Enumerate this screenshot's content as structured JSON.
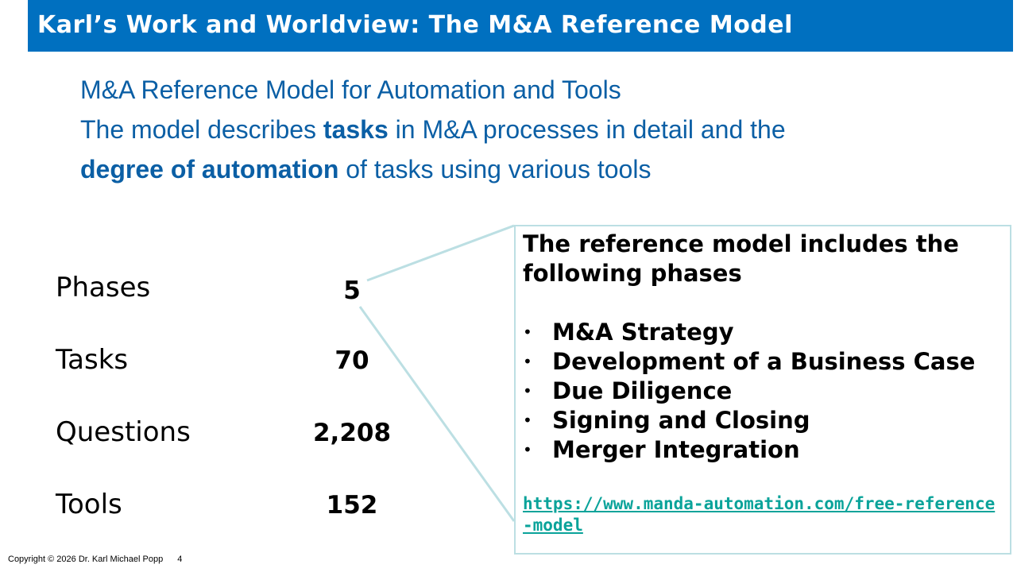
{
  "header": {
    "title": "Karl’s Work and Worldview: The M&A Reference Model"
  },
  "intro": {
    "line1": "M&A Reference Model for Automation and Tools",
    "line2_pre": "The model describes ",
    "line2_bold": "tasks",
    "line2_post": " in M&A processes in detail and the",
    "line3_bold": "degree of automation",
    "line3_post": " of tasks using various tools"
  },
  "stats": [
    {
      "label": "Phases",
      "value": "5"
    },
    {
      "label": "Tasks",
      "value": "70"
    },
    {
      "label": "Questions",
      "value": "2,208"
    },
    {
      "label": "Tools",
      "value": "152"
    }
  ],
  "phases_box": {
    "heading": "The reference model includes the following phases",
    "bullet": "•",
    "items": [
      "M&A Strategy",
      "Development of a Business Case",
      "Due Diligence",
      "Signing and Closing",
      "Merger Integration"
    ],
    "link": "https://www.manda-automation.com/free-reference-model"
  },
  "footer": {
    "copyright": "Copyright © 2026 Dr. Karl Michael Popp",
    "page": "4"
  },
  "colors": {
    "title_bar": "#0070c0",
    "intro_text": "#0b5fa5",
    "box_border": "#bcdfe3",
    "link": "#0aa39a"
  }
}
